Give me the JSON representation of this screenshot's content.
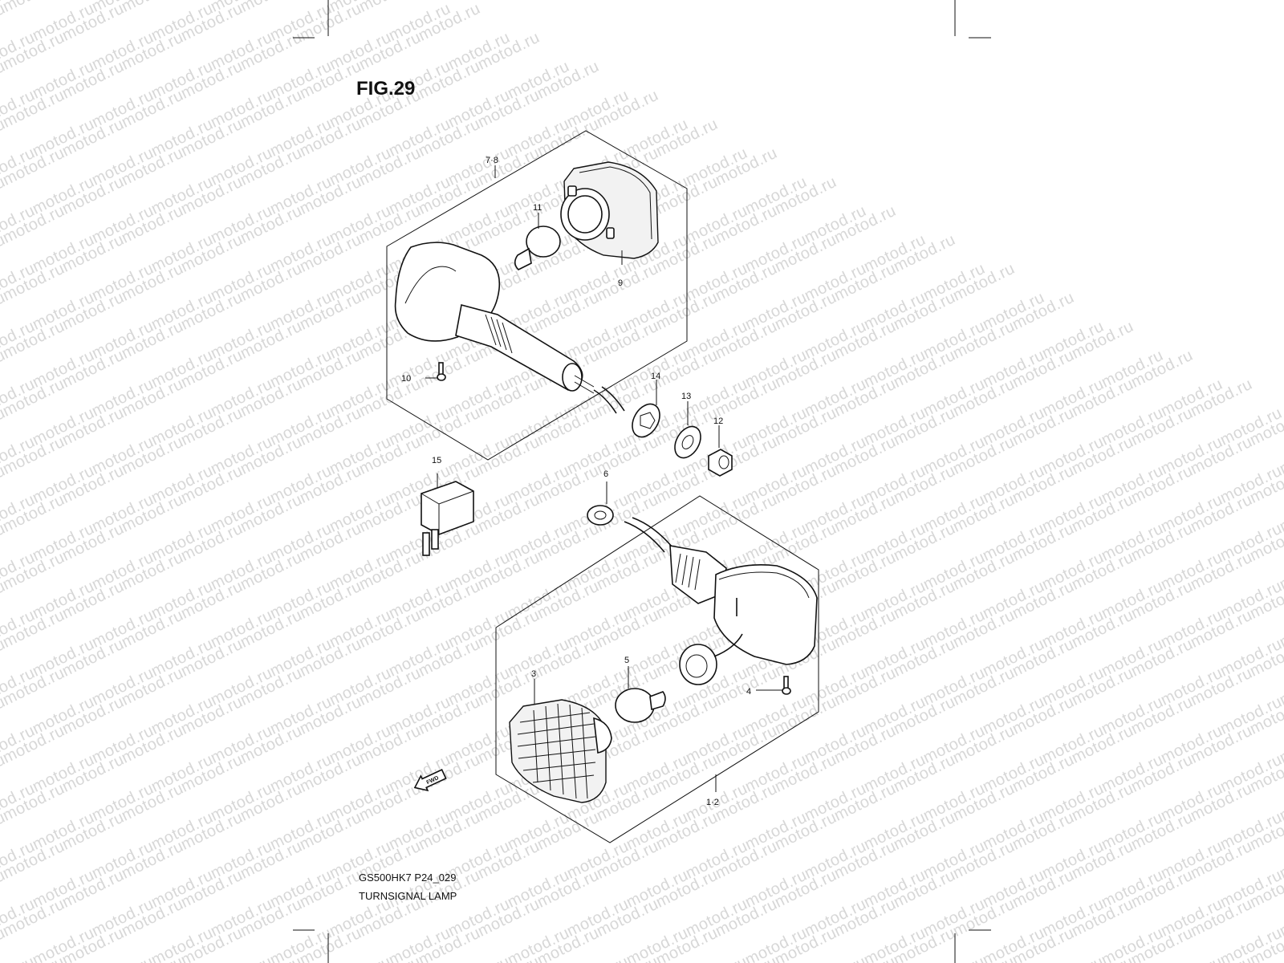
{
  "figure": {
    "title": "FIG.29",
    "code": "GS500HK7 P24_029",
    "caption": "TURNSIGNAL LAMP"
  },
  "watermark": {
    "text": "motod.ru"
  },
  "callouts": {
    "c_7_8": "7·8",
    "c_11": "11",
    "c_9": "9",
    "c_10": "10",
    "c_14": "14",
    "c_13": "13",
    "c_12": "12",
    "c_15": "15",
    "c_6": "6",
    "c_3": "3",
    "c_5": "5",
    "c_4": "4",
    "c_1_2": "1·2"
  },
  "fwd_arrow": {
    "label": "FWD"
  }
}
